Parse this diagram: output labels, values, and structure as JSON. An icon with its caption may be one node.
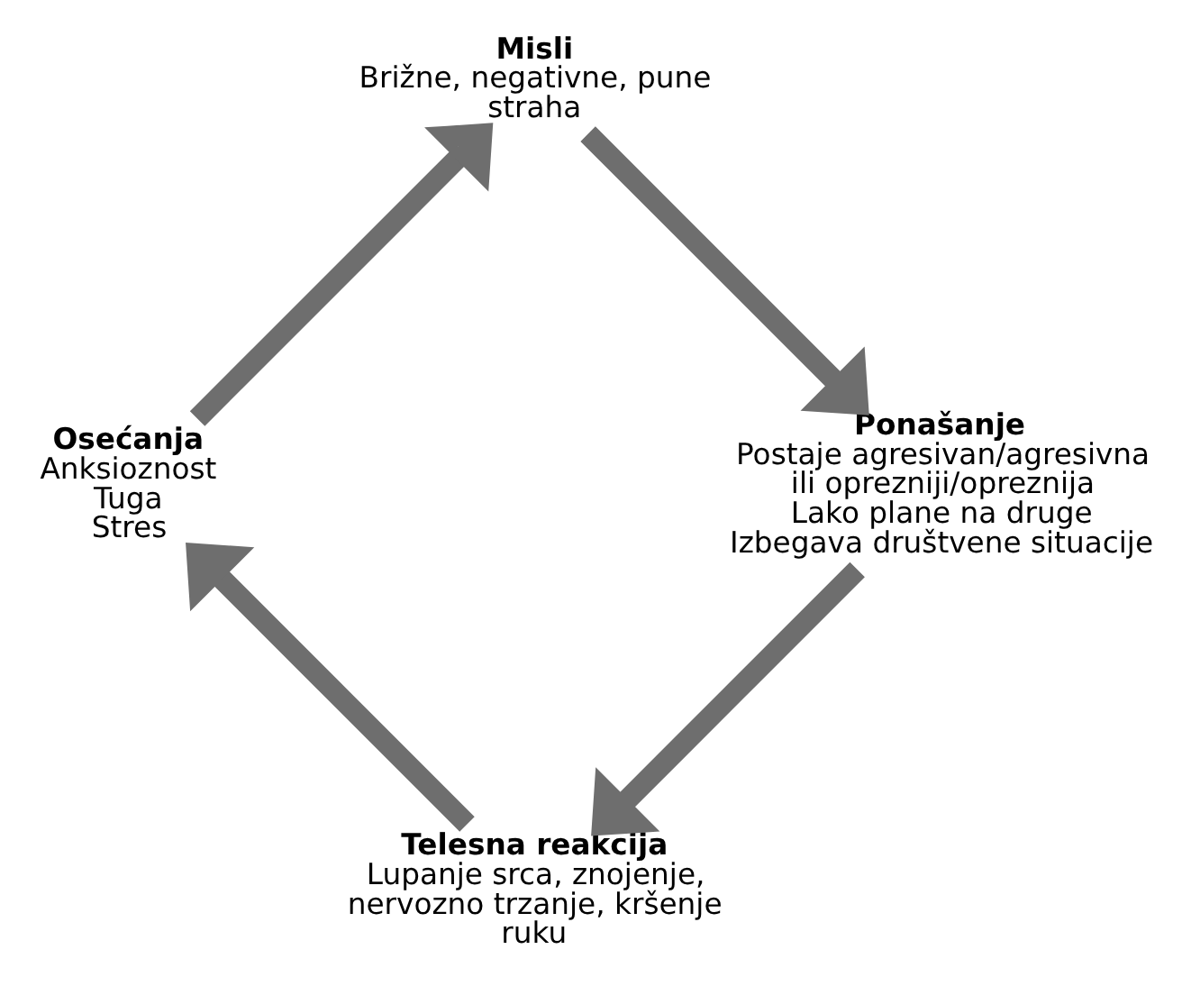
{
  "diagram": {
    "nodes": [
      {
        "text": [
          "Telesna reakcija",
          "Lupanje srca, znojenje, nervozno trzanje, kršenje ruku"
        ]
      },
      {
        "text": [
          "Osećanja",
          "Anksioznost",
          "Tuga",
          "Stres"
        ]
      },
      {
        "text": [
          "Misli",
          "Brižne, negativne, pune straha"
        ]
      },
      {
        "text": [
          "Ponašanje",
          "Postaje agresivan/agresivna ili oprezniji/opreznija",
          "Lako plane na druge",
          "Izbegava društvene situacije"
        ]
      }
    ],
    "edges": [
      {
        "from": 0,
        "to": 1,
        "arrow": "to"
      },
      {
        "from": 1,
        "to": 2,
        "arrow": "to"
      },
      {
        "from": 2,
        "to": 3,
        "arrow": "to"
      },
      {
        "from": 3,
        "to": 0,
        "arrow": "to"
      }
    ]
  }
}
